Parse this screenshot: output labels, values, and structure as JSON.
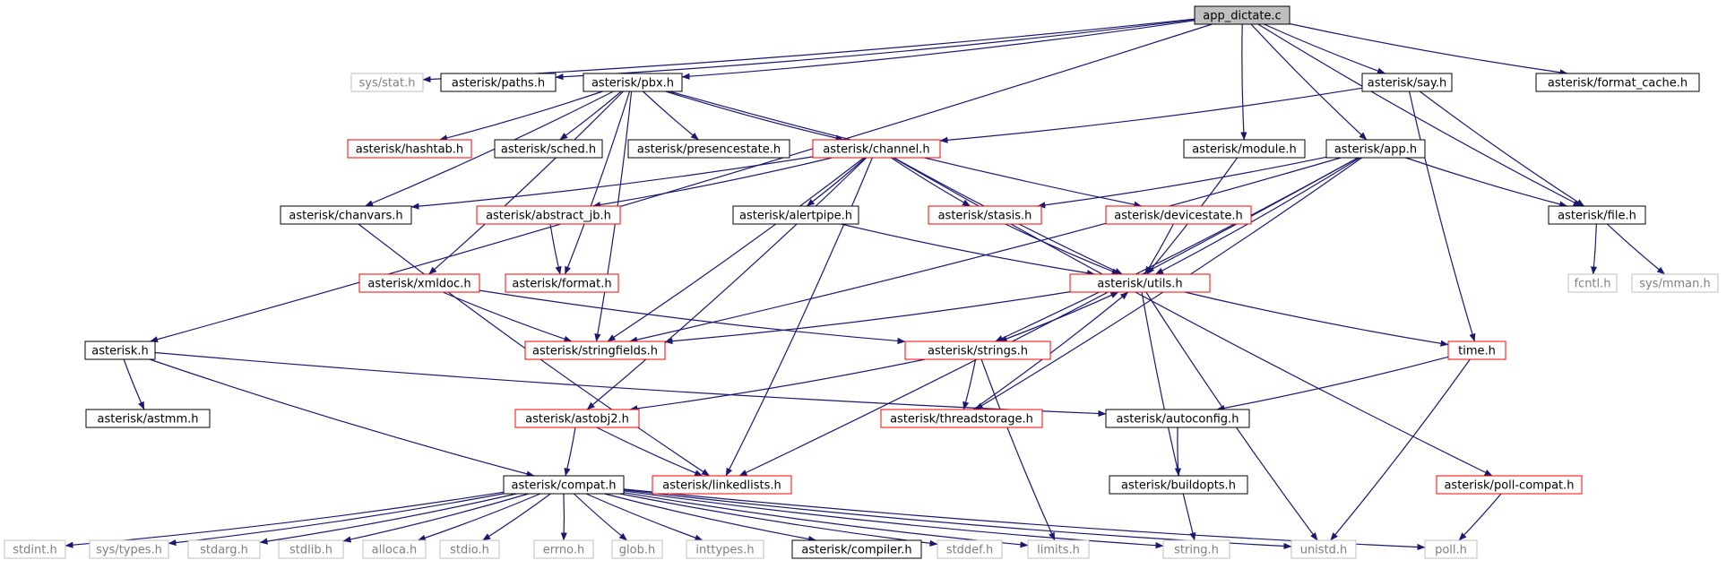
{
  "nodes": [
    {
      "id": "app_dictate",
      "label": "app_dictate.c",
      "style": "root"
    },
    {
      "id": "sys_stat",
      "label": "sys/stat.h",
      "style": "gray"
    },
    {
      "id": "paths",
      "label": "asterisk/paths.h",
      "style": "black"
    },
    {
      "id": "pbx",
      "label": "asterisk/pbx.h",
      "style": "black"
    },
    {
      "id": "say",
      "label": "asterisk/say.h",
      "style": "black"
    },
    {
      "id": "format_cache",
      "label": "asterisk/format_cache.h",
      "style": "black"
    },
    {
      "id": "hashtab",
      "label": "asterisk/hashtab.h",
      "style": "red"
    },
    {
      "id": "sched",
      "label": "asterisk/sched.h",
      "style": "black"
    },
    {
      "id": "presencestate",
      "label": "asterisk/presencestate.h",
      "style": "black"
    },
    {
      "id": "channel",
      "label": "asterisk/channel.h",
      "style": "red"
    },
    {
      "id": "module",
      "label": "asterisk/module.h",
      "style": "black"
    },
    {
      "id": "app",
      "label": "asterisk/app.h",
      "style": "black"
    },
    {
      "id": "chanvars",
      "label": "asterisk/chanvars.h",
      "style": "black"
    },
    {
      "id": "abstract_jb",
      "label": "asterisk/abstract_jb.h",
      "style": "red"
    },
    {
      "id": "alertpipe",
      "label": "asterisk/alertpipe.h",
      "style": "black"
    },
    {
      "id": "stasis",
      "label": "asterisk/stasis.h",
      "style": "red"
    },
    {
      "id": "devicestate",
      "label": "asterisk/devicestate.h",
      "style": "red"
    },
    {
      "id": "file",
      "label": "asterisk/file.h",
      "style": "black"
    },
    {
      "id": "xmldoc",
      "label": "asterisk/xmldoc.h",
      "style": "red"
    },
    {
      "id": "format",
      "label": "asterisk/format.h",
      "style": "red"
    },
    {
      "id": "utils",
      "label": "asterisk/utils.h",
      "style": "red"
    },
    {
      "id": "fcntl",
      "label": "fcntl.h",
      "style": "gray"
    },
    {
      "id": "sys_mman",
      "label": "sys/mman.h",
      "style": "gray"
    },
    {
      "id": "asterisk_h",
      "label": "asterisk.h",
      "style": "black"
    },
    {
      "id": "stringfields",
      "label": "asterisk/stringfields.h",
      "style": "red"
    },
    {
      "id": "strings",
      "label": "asterisk/strings.h",
      "style": "red"
    },
    {
      "id": "time",
      "label": "time.h",
      "style": "red"
    },
    {
      "id": "astmm",
      "label": "asterisk/astmm.h",
      "style": "black"
    },
    {
      "id": "astobj2",
      "label": "asterisk/astobj2.h",
      "style": "red"
    },
    {
      "id": "threadstorage",
      "label": "asterisk/threadstorage.h",
      "style": "red"
    },
    {
      "id": "autoconfig",
      "label": "asterisk/autoconfig.h",
      "style": "black"
    },
    {
      "id": "compat",
      "label": "asterisk/compat.h",
      "style": "black"
    },
    {
      "id": "linkedlists",
      "label": "asterisk/linkedlists.h",
      "style": "red"
    },
    {
      "id": "buildopts",
      "label": "asterisk/buildopts.h",
      "style": "black"
    },
    {
      "id": "poll_compat",
      "label": "asterisk/poll-compat.h",
      "style": "red"
    },
    {
      "id": "stdint",
      "label": "stdint.h",
      "style": "gray"
    },
    {
      "id": "sys_types",
      "label": "sys/types.h",
      "style": "gray"
    },
    {
      "id": "stdarg",
      "label": "stdarg.h",
      "style": "gray"
    },
    {
      "id": "stdlib",
      "label": "stdlib.h",
      "style": "gray"
    },
    {
      "id": "alloca",
      "label": "alloca.h",
      "style": "gray"
    },
    {
      "id": "stdio",
      "label": "stdio.h",
      "style": "gray"
    },
    {
      "id": "errno",
      "label": "errno.h",
      "style": "gray"
    },
    {
      "id": "glob",
      "label": "glob.h",
      "style": "gray"
    },
    {
      "id": "inttypes",
      "label": "inttypes.h",
      "style": "gray"
    },
    {
      "id": "compiler",
      "label": "asterisk/compiler.h",
      "style": "black"
    },
    {
      "id": "stddef",
      "label": "stddef.h",
      "style": "gray"
    },
    {
      "id": "limits",
      "label": "limits.h",
      "style": "gray"
    },
    {
      "id": "string",
      "label": "string.h",
      "style": "gray"
    },
    {
      "id": "unistd",
      "label": "unistd.h",
      "style": "gray"
    },
    {
      "id": "poll",
      "label": "poll.h",
      "style": "gray"
    }
  ],
  "edges": [
    [
      "app_dictate",
      "sys_stat"
    ],
    [
      "app_dictate",
      "paths"
    ],
    [
      "app_dictate",
      "pbx"
    ],
    [
      "app_dictate",
      "say"
    ],
    [
      "app_dictate",
      "format_cache"
    ],
    [
      "app_dictate",
      "module"
    ],
    [
      "app_dictate",
      "app"
    ],
    [
      "app_dictate",
      "file"
    ],
    [
      "app_dictate",
      "asterisk_h"
    ],
    [
      "pbx",
      "hashtab"
    ],
    [
      "pbx",
      "sched"
    ],
    [
      "pbx",
      "presencestate"
    ],
    [
      "pbx",
      "channel"
    ],
    [
      "pbx",
      "chanvars"
    ],
    [
      "pbx",
      "xmldoc"
    ],
    [
      "pbx",
      "format"
    ],
    [
      "pbx",
      "stringfields"
    ],
    [
      "pbx",
      "devicestate"
    ],
    [
      "say",
      "channel"
    ],
    [
      "say",
      "file"
    ],
    [
      "say",
      "time"
    ],
    [
      "channel",
      "chanvars"
    ],
    [
      "channel",
      "abstract_jb"
    ],
    [
      "channel",
      "alertpipe"
    ],
    [
      "channel",
      "stasis"
    ],
    [
      "channel",
      "utils"
    ],
    [
      "channel",
      "stringfields"
    ],
    [
      "channel",
      "linkedlists"
    ],
    [
      "channel",
      "astobj2"
    ],
    [
      "channel",
      "poll_compat"
    ],
    [
      "module",
      "utils"
    ],
    [
      "app",
      "stasis"
    ],
    [
      "app",
      "file"
    ],
    [
      "app",
      "utils"
    ],
    [
      "app",
      "strings"
    ],
    [
      "app",
      "threadstorage"
    ],
    [
      "app",
      "linkedlists"
    ],
    [
      "app",
      "stringfields"
    ],
    [
      "chanvars",
      "linkedlists"
    ],
    [
      "abstract_jb",
      "format"
    ],
    [
      "alertpipe",
      "utils"
    ],
    [
      "stasis",
      "utils"
    ],
    [
      "devicestate",
      "utils"
    ],
    [
      "file",
      "fcntl"
    ],
    [
      "file",
      "sys_mman"
    ],
    [
      "xmldoc",
      "stringfields"
    ],
    [
      "xmldoc",
      "strings"
    ],
    [
      "utils",
      "stringfields"
    ],
    [
      "utils",
      "strings"
    ],
    [
      "utils",
      "time"
    ],
    [
      "utils",
      "string"
    ],
    [
      "utils",
      "unistd"
    ],
    [
      "strings",
      "utils"
    ],
    [
      "strings",
      "threadstorage"
    ],
    [
      "strings",
      "astobj2"
    ],
    [
      "strings",
      "limits"
    ],
    [
      "threadstorage",
      "utils"
    ],
    [
      "time",
      "autoconfig"
    ],
    [
      "time",
      "unistd"
    ],
    [
      "asterisk_h",
      "astmm"
    ],
    [
      "asterisk_h",
      "autoconfig"
    ],
    [
      "asterisk_h",
      "compat"
    ],
    [
      "astobj2",
      "compat"
    ],
    [
      "astobj2",
      "linkedlists"
    ],
    [
      "autoconfig",
      "buildopts"
    ],
    [
      "poll_compat",
      "poll"
    ],
    [
      "compat",
      "stdint"
    ],
    [
      "compat",
      "sys_types"
    ],
    [
      "compat",
      "stdarg"
    ],
    [
      "compat",
      "stdlib"
    ],
    [
      "compat",
      "alloca"
    ],
    [
      "compat",
      "stdio"
    ],
    [
      "compat",
      "errno"
    ],
    [
      "compat",
      "glob"
    ],
    [
      "compat",
      "inttypes"
    ],
    [
      "compat",
      "compiler"
    ],
    [
      "compat",
      "stddef"
    ],
    [
      "compat",
      "limits"
    ],
    [
      "compat",
      "string"
    ],
    [
      "compat",
      "unistd"
    ],
    [
      "compat",
      "poll"
    ]
  ],
  "colors": {
    "edge": "#191970",
    "red_border": "#ff0000",
    "gray_border": "#bfbfbf",
    "gray_text": "#7f7f7f",
    "root_fill": "#bfbfbf"
  }
}
